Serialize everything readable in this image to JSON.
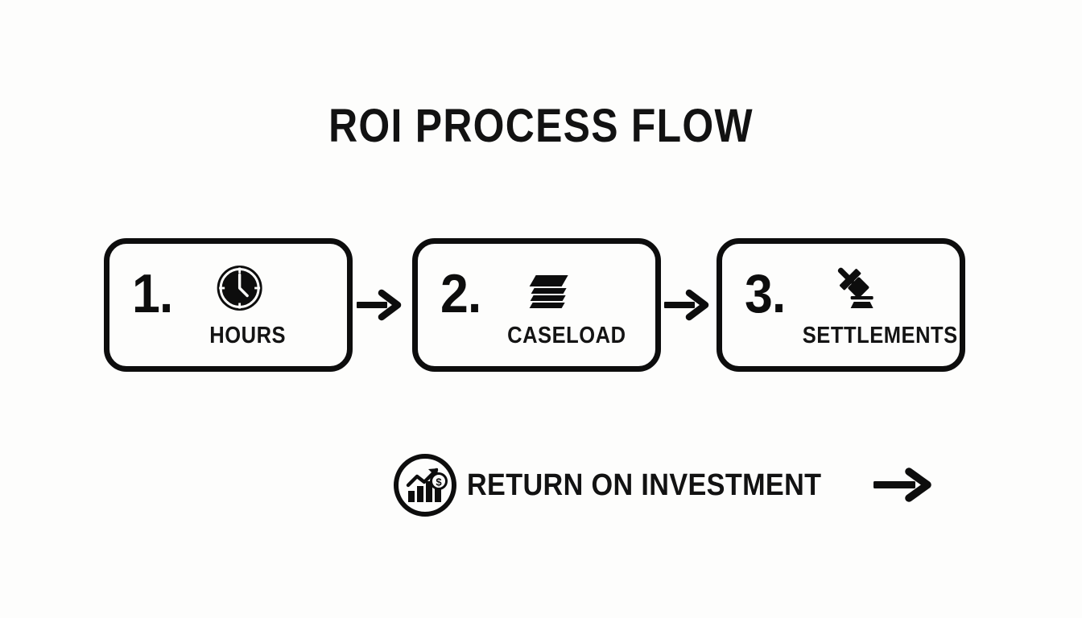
{
  "page": {
    "title": "ROI PROCESS FLOW",
    "background_color": "#fdfdfc",
    "ink_color": "#0d0d0d"
  },
  "steps": [
    {
      "number": "1.",
      "label": "HOURS",
      "icon": "clock-icon"
    },
    {
      "number": "2.",
      "label": "CASELOAD",
      "icon": "document-stack-icon"
    },
    {
      "number": "3.",
      "label": "SETTLEMENTS",
      "icon": "gavel-icon"
    }
  ],
  "connectors": [
    {
      "icon": "arrow-right-icon"
    },
    {
      "icon": "arrow-right-icon"
    }
  ],
  "footer": {
    "icon": "roi-growth-icon",
    "label": "RETURN ON INVESTMENT",
    "arrow_icon": "arrow-right-icon"
  }
}
